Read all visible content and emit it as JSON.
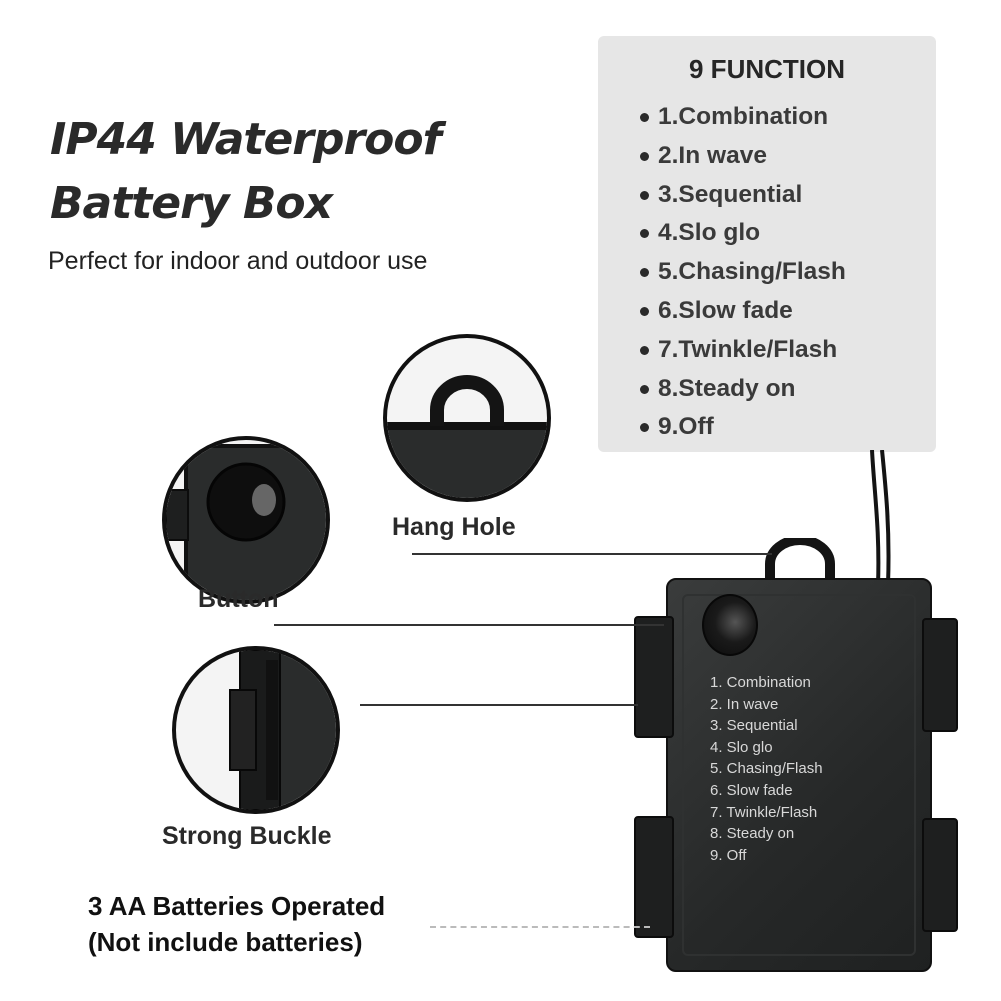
{
  "title_line1": "IP44 Waterproof",
  "title_line2": "Battery Box",
  "subtitle": "Perfect for indoor and outdoor use",
  "function_panel": {
    "heading": "9 FUNCTION",
    "items": [
      "1.Combination",
      "2.In wave",
      "3.Sequential",
      "4.Slo glo",
      "5.Chasing/Flash",
      "6.Slow fade",
      "7.Twinkle/Flash",
      "8.Steady on",
      "9.Off"
    ]
  },
  "callouts": {
    "hang_hole": "Hang Hole",
    "button": "Button",
    "strong_buckle": "Strong Buckle",
    "batteries_line1": "3 AA Batteries Operated",
    "batteries_line2": "(Not include batteries)"
  },
  "box_label": {
    "items": [
      "1. Combination",
      "2. In wave",
      "3. Sequential",
      "4. Slo glo",
      "5. Chasing/Flash",
      "6. Slow fade",
      "7. Twinkle/Flash",
      "8. Steady on",
      "9. Off"
    ]
  },
  "colors": {
    "panel_bg": "#e6e6e6",
    "box_body": "#2b2d2d"
  }
}
